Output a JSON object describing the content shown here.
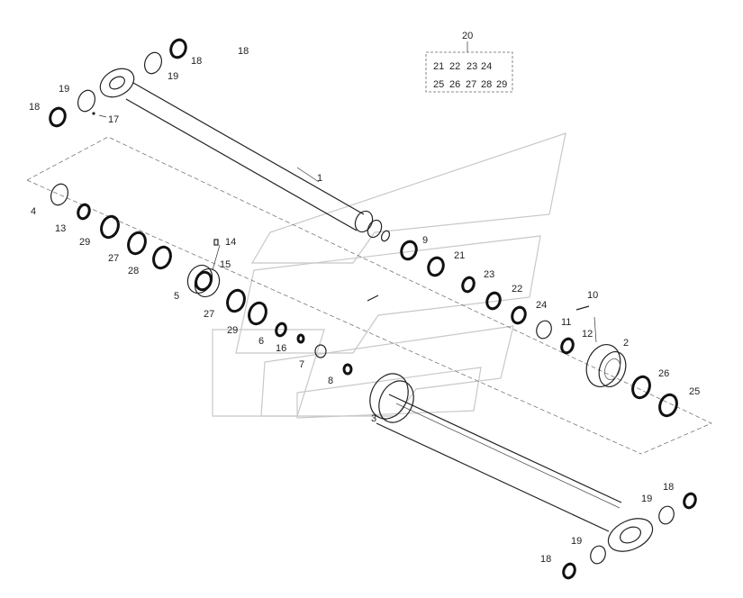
{
  "diagram": {
    "callouts": [
      "1",
      "2",
      "3",
      "4",
      "5",
      "6",
      "7",
      "8",
      "9",
      "10",
      "11",
      "12",
      "13",
      "14",
      "15",
      "16",
      "17",
      "18",
      "19",
      "20",
      "21",
      "22",
      "23",
      "24",
      "25",
      "26",
      "27",
      "28",
      "29"
    ],
    "labels": {
      "l1": "1",
      "l2": "2",
      "l3": "3",
      "l4": "4",
      "l5": "5",
      "l6": "6",
      "l7": "7",
      "l8": "8",
      "l9": "9",
      "l10": "10",
      "l11": "11",
      "l12": "12",
      "l13": "13",
      "l14": "14",
      "l15": "15",
      "l16": "16",
      "l17": "17",
      "l18a": "18",
      "l18b": "18",
      "l18c": "18",
      "l18d": "18",
      "l18e": "18",
      "l19a": "19",
      "l19b": "19",
      "l19c": "19",
      "l19d": "19",
      "l20": "20",
      "l21": "21",
      "l22": "22",
      "l23": "23",
      "l24": "24",
      "l25": "25",
      "l26": "26",
      "l27a": "27",
      "l27b": "27",
      "l28": "28",
      "l29a": "29",
      "l29b": "29"
    },
    "kit_box": {
      "title": "20",
      "row1": [
        "21",
        "22",
        "23",
        "24"
      ],
      "row2": [
        "25",
        "26",
        "27",
        "28",
        "29"
      ]
    }
  }
}
